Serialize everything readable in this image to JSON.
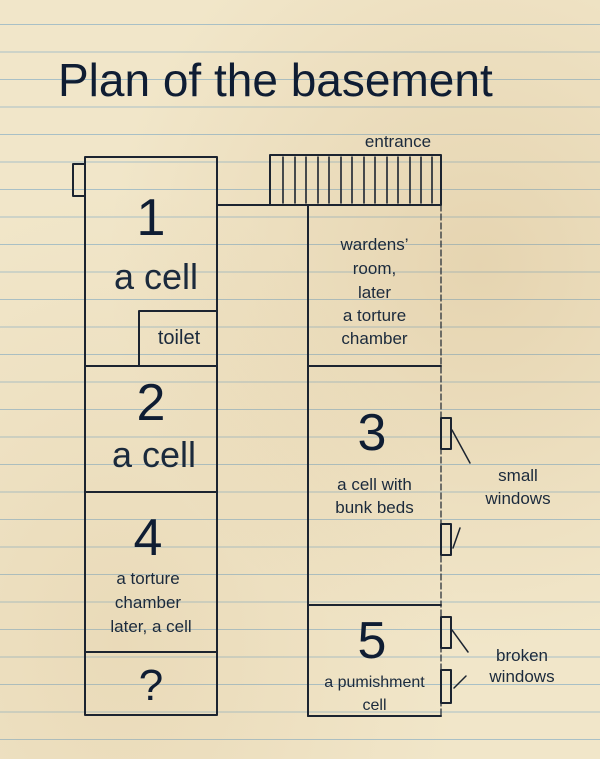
{
  "title": "Plan of the basement",
  "labels": {
    "entrance": "entrance",
    "cell1_number": "1",
    "cell1_label": "a cell",
    "toilet": "toilet",
    "cell2_number": "2",
    "cell2_label": "a cell",
    "cell4_number": "4",
    "cell4_line1": "a torture",
    "cell4_line2": "chamber",
    "cell4_line3": "later, a cell",
    "unknown_room": "?",
    "wardens_line1": "wardens’",
    "wardens_line2": "room,",
    "wardens_line3": "later",
    "wardens_line4": "a torture",
    "wardens_line5": "chamber",
    "cell3_number": "3",
    "cell3_line1": "a cell with",
    "cell3_line2": "bunk beds",
    "cell5_number": "5",
    "cell5_line1": "a pumishment",
    "cell5_line2": "cell",
    "small_windows_line1": "small",
    "small_windows_line2": "windows",
    "broken_windows_line1": "broken",
    "broken_windows_line2": "windows"
  },
  "colors": {
    "ink": "#1c2430",
    "title": "#0f1d33",
    "paper": "#f1e6c9",
    "rule_line": "#a9c0c6"
  }
}
